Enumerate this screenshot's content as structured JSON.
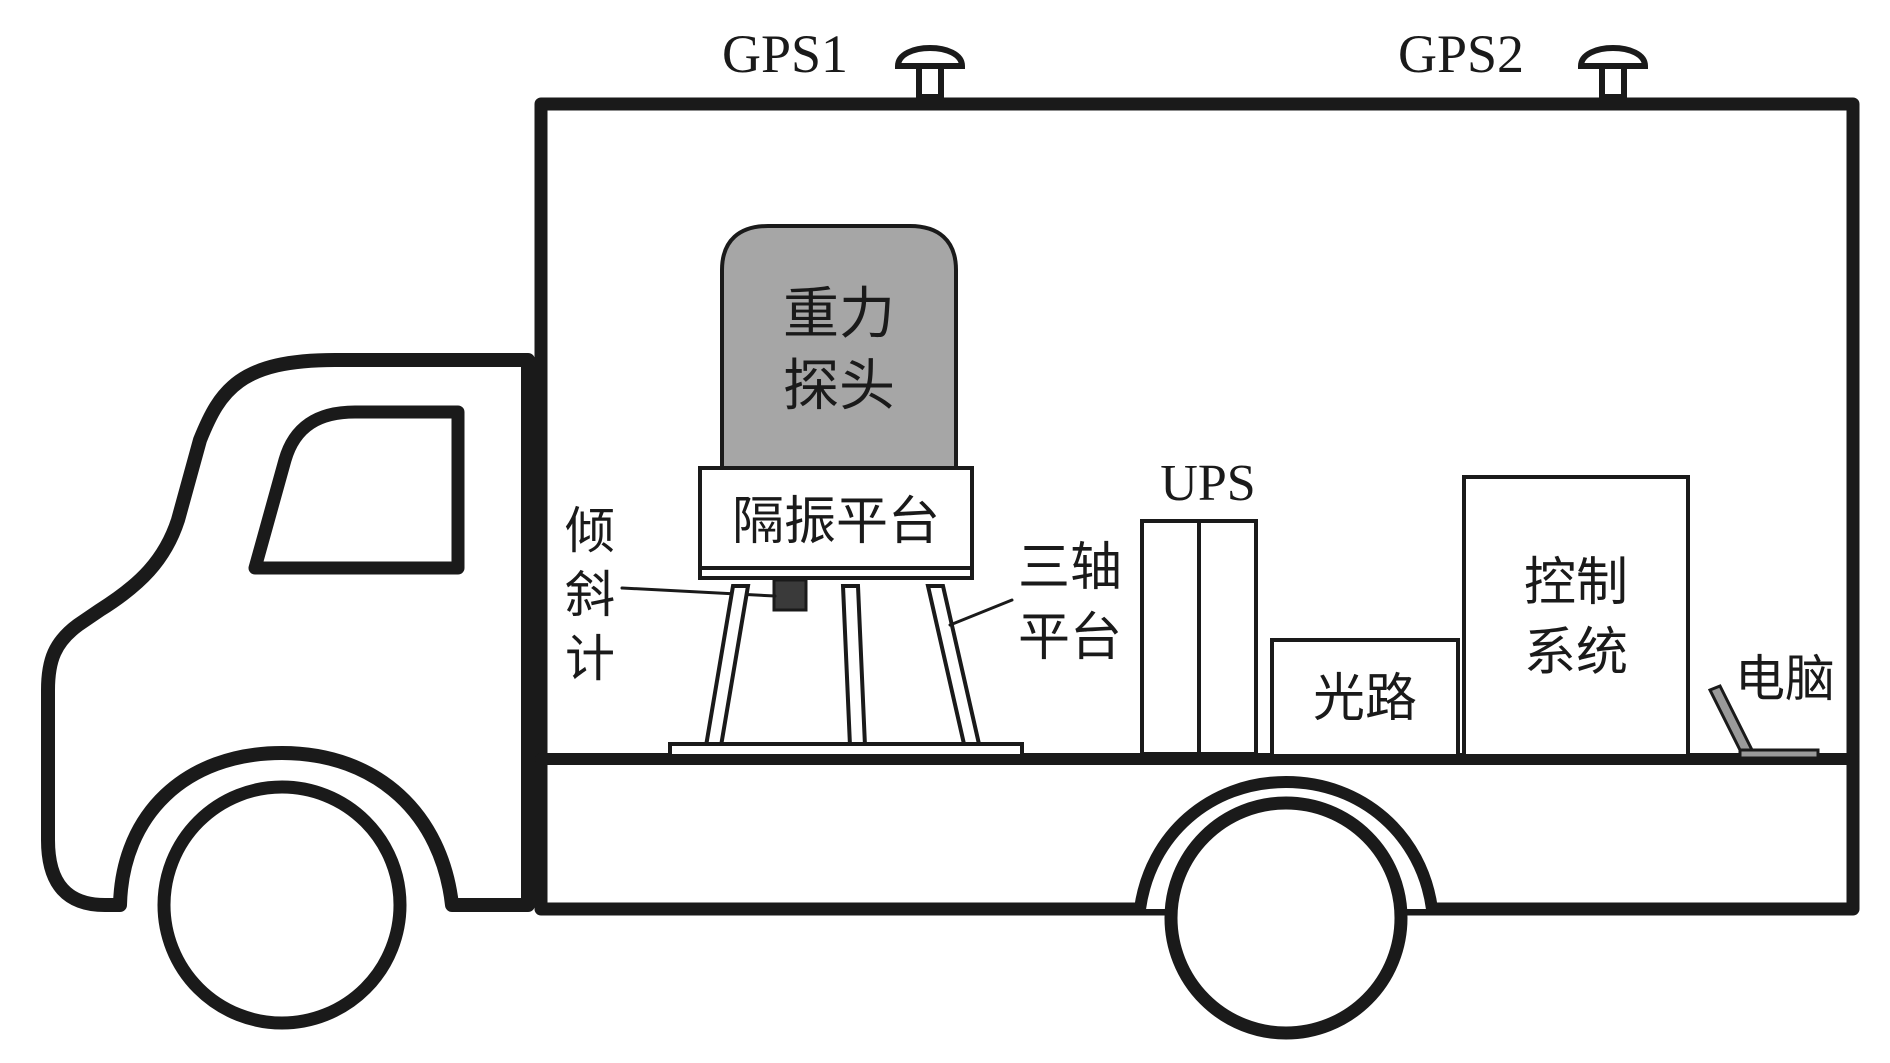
{
  "labels": {
    "gps1": "GPS1",
    "gps2": "GPS2",
    "gravity_probe_line1": "重力",
    "gravity_probe_line2": "探头",
    "isolation_platform": "隔振平台",
    "tiltmeter_line1": "倾",
    "tiltmeter_line2": "斜",
    "tiltmeter_line3": "计",
    "triaxial_line1": "三轴",
    "triaxial_line2": "平台",
    "ups": "UPS",
    "optical_path": "光路",
    "control_line1": "控制",
    "control_line2": "系统",
    "computer": "电脑"
  },
  "colors": {
    "stroke": "#1a1a1a",
    "probe_fill": "#a6a6a6",
    "tiltmeter_fill": "#3a3a3a",
    "laptop_fill": "#9a9a9a",
    "background": "#ffffff"
  }
}
